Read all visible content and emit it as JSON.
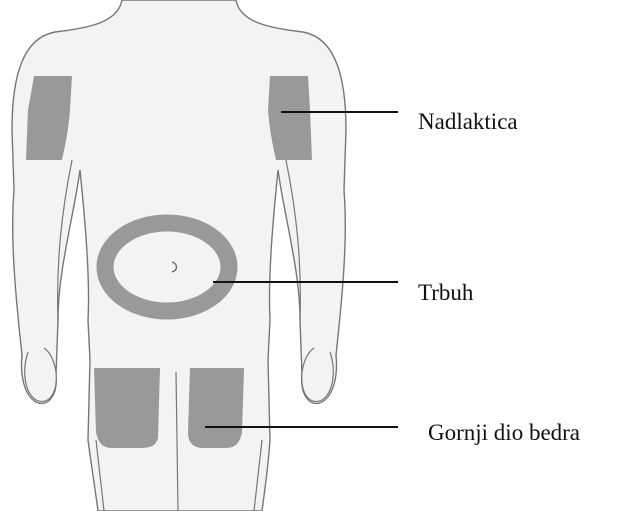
{
  "labels": {
    "upper_arm": "Nadlaktica",
    "abdomen": "Trbuh",
    "thigh": "Gornji dio bedra"
  },
  "colors": {
    "body_fill": "#f3f3f3",
    "body_outline": "#777777",
    "injection_area": "#999999",
    "pointer_line": "#111111",
    "background": "#ffffff"
  }
}
